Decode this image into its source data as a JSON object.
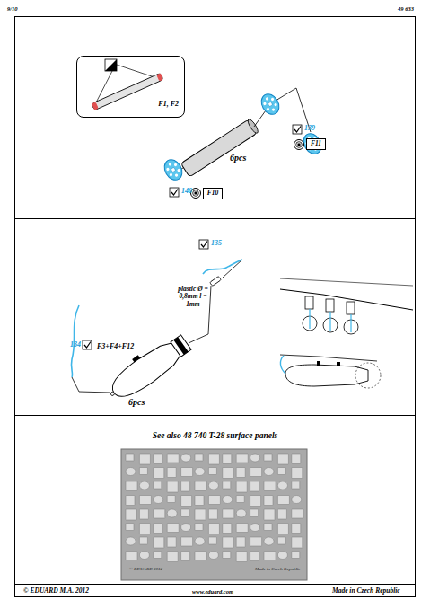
{
  "diagram": {
    "nodes": [
      {
        "text": [
          "F1, F2"
        ]
      },
      {
        "text": [
          "F11"
        ]
      },
      {
        "text": [
          "F10"
        ]
      },
      {
        "text": [
          "See also 48 740 T-28 surface panels"
        ]
      }
    ],
    "labels": [
      "9/10",
      "49 633",
      "139",
      "6pcs",
      "140",
      "135",
      "plastic Ø = 0,8mm l = 1mm",
      "134",
      "F3+F4+F12",
      "6pcs",
      "© EDUARD 2012",
      "Made in Czech Republic",
      "© EDUARD M.A. 2012",
      "www.eduard.com",
      "Made in Czech Republic"
    ]
  }
}
